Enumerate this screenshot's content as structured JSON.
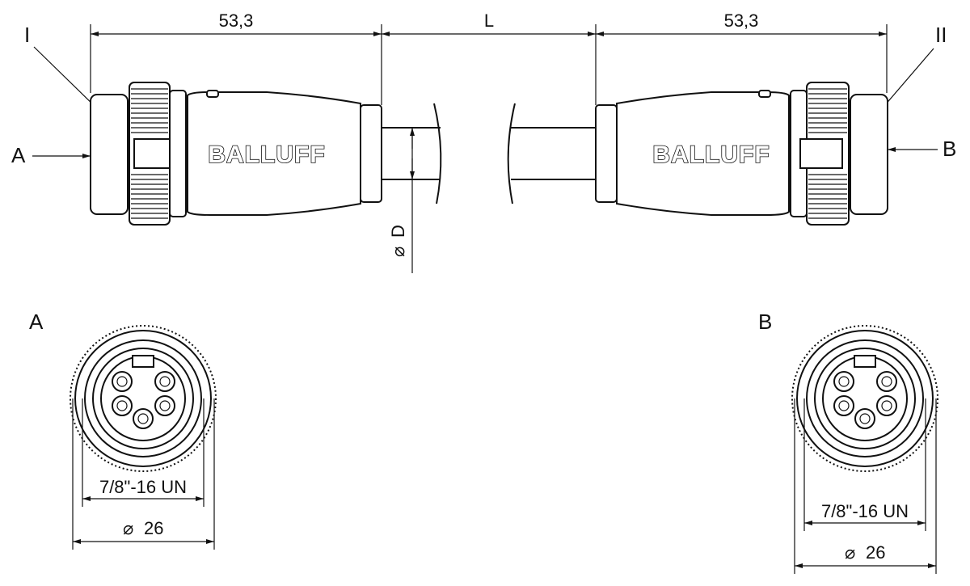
{
  "dimensions": {
    "left_length": "53,3",
    "cable_length": "L",
    "right_length": "53,3",
    "cable_diameter": "D",
    "thread_a": "7/8\"-16 UN",
    "diameter_a": "26",
    "thread_b": "7/8\"-16 UN",
    "diameter_b": "26"
  },
  "labels": {
    "end_i": "I",
    "end_ii": "II",
    "side_a": "A",
    "side_b": "B",
    "view_a": "A",
    "view_b": "B"
  },
  "symbols": {
    "diameter": "⌀"
  },
  "brand": {
    "left": "BALLUFF",
    "right": "BALLUFF"
  }
}
